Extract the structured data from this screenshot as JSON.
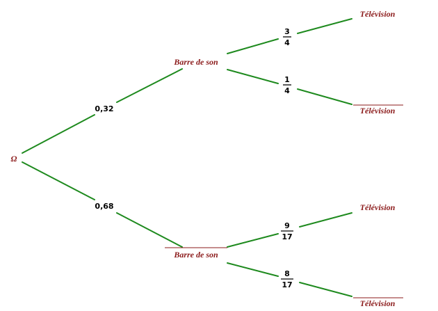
{
  "colors": {
    "branch": "#1e8a1e",
    "event_text": "#8b1a1a",
    "probability_text": "#000000"
  },
  "root": {
    "label": "Ω"
  },
  "level1": [
    {
      "label": "Barre de son",
      "negated": false,
      "probability": {
        "type": "decimal",
        "text": "0,32"
      },
      "children": [
        {
          "label": "Télévision",
          "negated": false,
          "probability": {
            "type": "fraction",
            "numerator": "3",
            "denominator": "4"
          }
        },
        {
          "label": "Télévision",
          "negated": true,
          "probability": {
            "type": "fraction",
            "numerator": "1",
            "denominator": "4"
          }
        }
      ]
    },
    {
      "label": "Barre de son",
      "negated": true,
      "probability": {
        "type": "decimal",
        "text": "0,68"
      },
      "children": [
        {
          "label": "Télévision",
          "negated": false,
          "probability": {
            "type": "fraction",
            "numerator": "9",
            "denominator": "17"
          }
        },
        {
          "label": "Télévision",
          "negated": true,
          "probability": {
            "type": "fraction",
            "numerator": "8",
            "denominator": "17"
          }
        }
      ]
    }
  ]
}
